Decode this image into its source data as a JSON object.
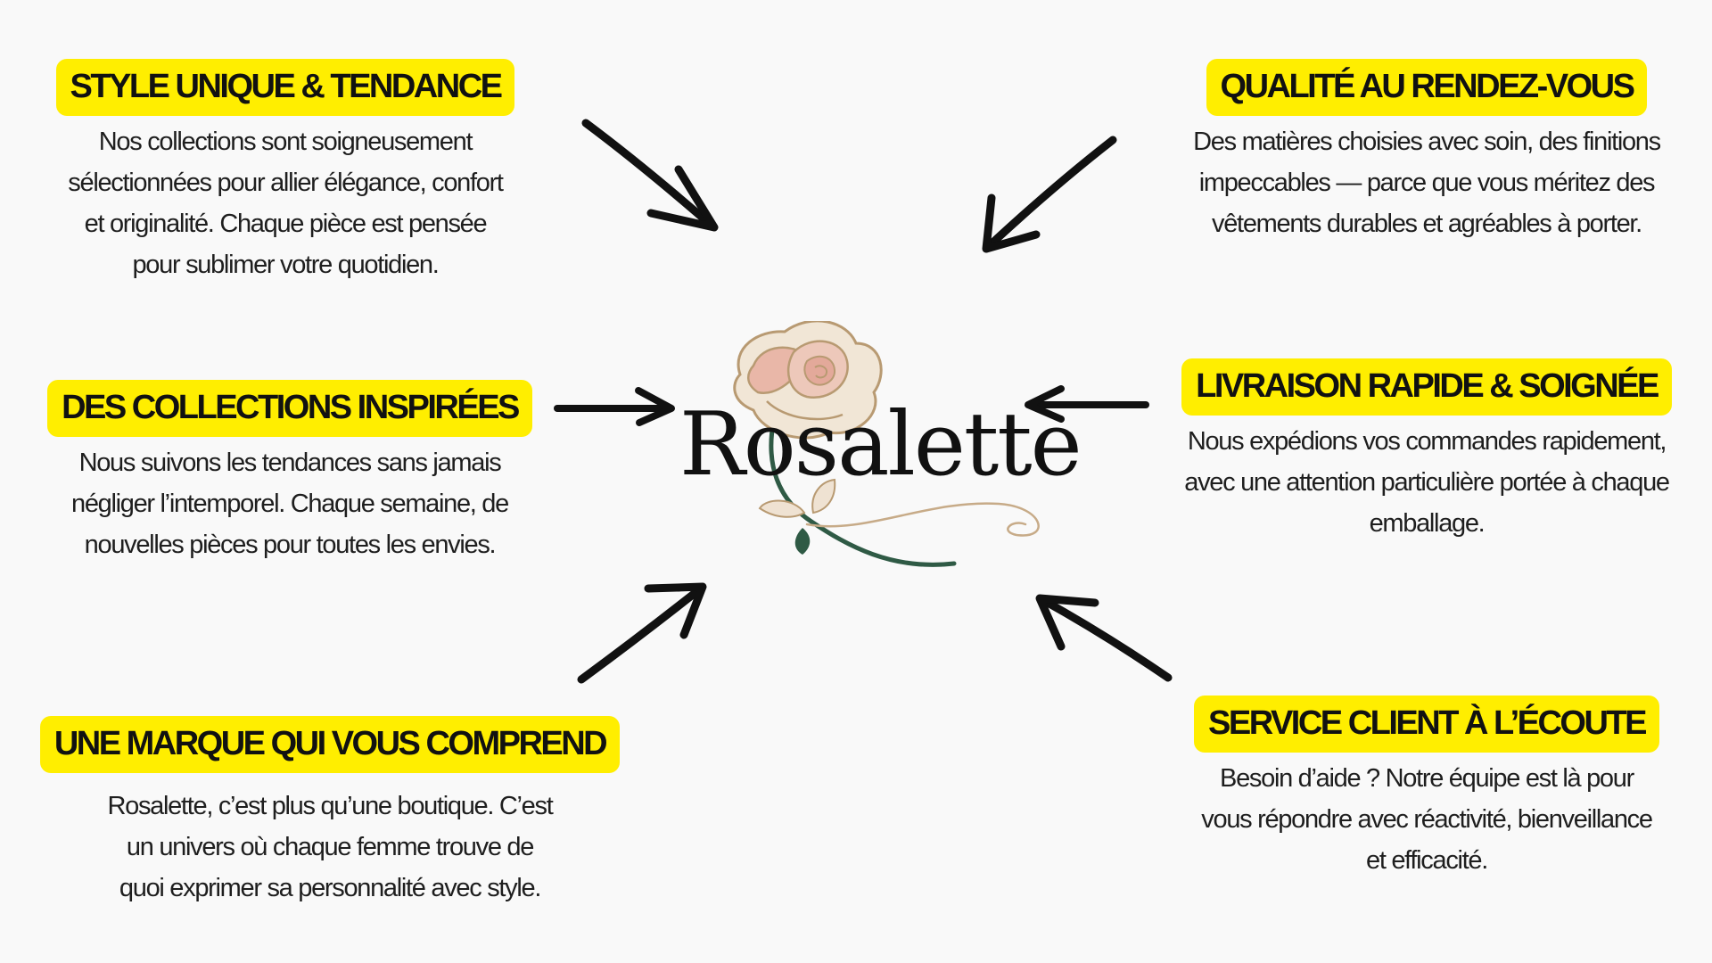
{
  "brand": {
    "name": "Rosalette",
    "colors": {
      "highlight": "#ffee00",
      "rose": "#e9b7a8",
      "stem": "#2f5a45",
      "gold": "#b89a72"
    },
    "logo_icon": "rose-icon"
  },
  "features": {
    "style": {
      "title": "STYLE UNIQUE & TENDANCE",
      "lines": [
        "Nos collections sont soigneusement",
        "sélectionnées pour allier élégance, confort",
        "et originalité. Chaque pièce est pensée",
        "pour sublimer votre quotidien."
      ]
    },
    "qualite": {
      "title": "QUALITÉ AU RENDEZ-VOUS",
      "lines": [
        "Des matières choisies avec soin, des finitions",
        "impeccables — parce que vous méritez des",
        "vêtements durables et agréables à porter."
      ]
    },
    "collections": {
      "title": "DES COLLECTIONS INSPIRÉES",
      "lines": [
        "Nous suivons les tendances sans jamais",
        "négliger l’intemporel. Chaque semaine, de",
        "nouvelles pièces pour toutes les envies."
      ]
    },
    "livraison": {
      "title": "LIVRAISON RAPIDE & SOIGNÉE",
      "lines": [
        "Nous expédions vos commandes rapidement,",
        "avec une attention particulière portée à chaque",
        "emballage."
      ]
    },
    "marque": {
      "title": "UNE MARQUE QUI VOUS COMPREND",
      "lines": [
        "Rosalette, c’est plus qu’une boutique. C’est",
        "un univers où chaque femme trouve de",
        "quoi exprimer sa personnalité avec style."
      ]
    },
    "service": {
      "title": "SERVICE CLIENT À L’ÉCOUTE",
      "lines": [
        "Besoin d’aide ? Notre équipe est là pour",
        "vous répondre avec réactivité, bienveillance",
        "et efficacité."
      ]
    }
  }
}
